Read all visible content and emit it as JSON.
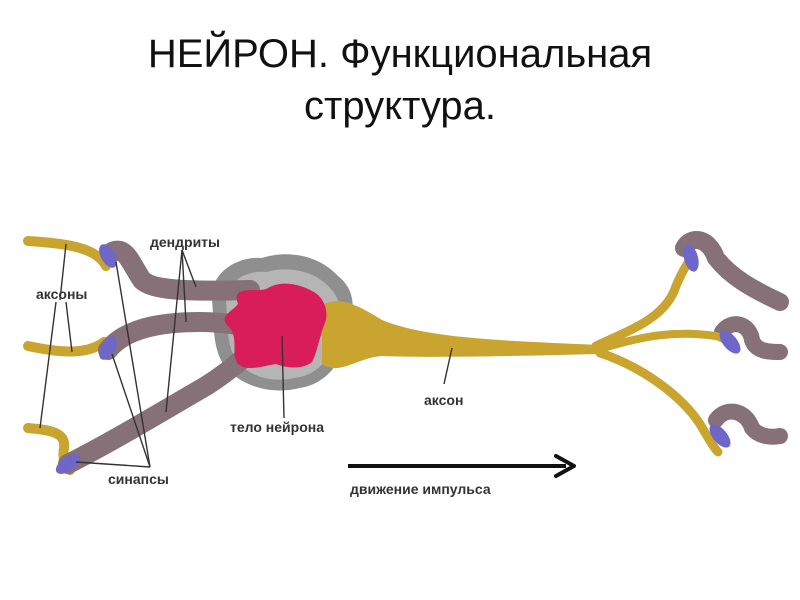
{
  "title": {
    "line1": "НЕЙРОН. Функциональная",
    "line2": "структура."
  },
  "labels": {
    "dendrites": "дендриты",
    "axons": "аксоны",
    "body": "тело нейрона",
    "axon": "аксон",
    "synapses": "синапсы",
    "impulse": "движение импульса"
  },
  "colors": {
    "axon": "#c9a52f",
    "dendrite": "#857177",
    "body_halo": "#8f8f8f",
    "body_halo_light": "#b5b5b5",
    "nucleus": "#d81d5a",
    "synapse": "#6e66c8",
    "arrow": "#111111"
  }
}
